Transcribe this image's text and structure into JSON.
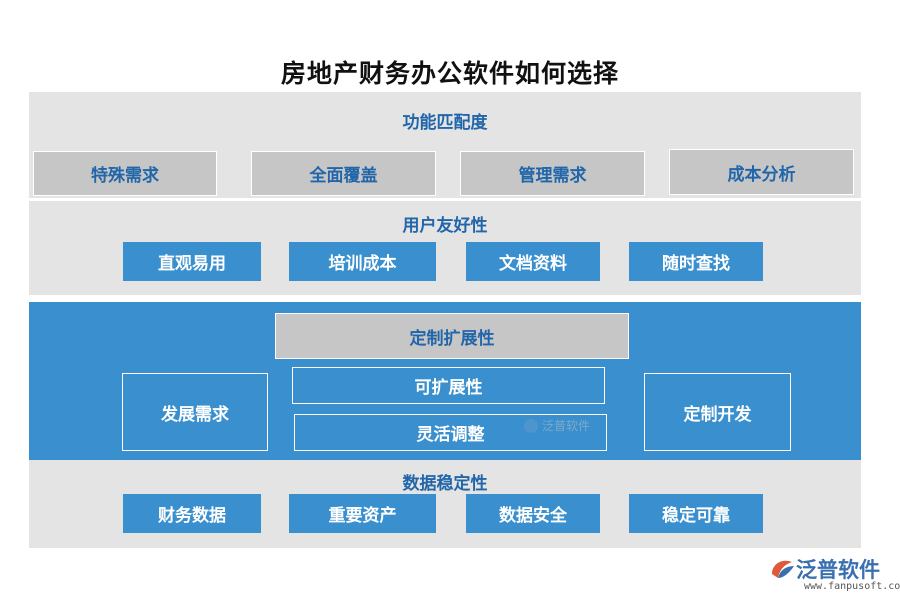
{
  "title": "房地产财务办公软件如何选择",
  "sections": {
    "function_match": {
      "title": "功能匹配度",
      "items": [
        "特殊需求",
        "全面覆盖",
        "管理需求",
        "成本分析"
      ]
    },
    "user_friendly": {
      "title": "用户友好性",
      "items": [
        "直观易用",
        "培训成本",
        "文档资料",
        "随时查找"
      ]
    },
    "customization": {
      "title": "定制扩展性",
      "left": "发展需求",
      "center": [
        "可扩展性",
        "灵活调整"
      ],
      "right": "定制开发"
    },
    "data_stability": {
      "title": "数据稳定性",
      "items": [
        "财务数据",
        "重要资产",
        "数据安全",
        "稳定可靠"
      ]
    }
  },
  "watermark": "泛普软件",
  "logo": {
    "name": "泛普软件",
    "url": "www.fanpusoft.com"
  },
  "colors": {
    "blue": "#3a8fce",
    "gray_band": "#e4e4e4",
    "gray_box": "#c6c6c6",
    "title_blue": "#2266aa"
  }
}
